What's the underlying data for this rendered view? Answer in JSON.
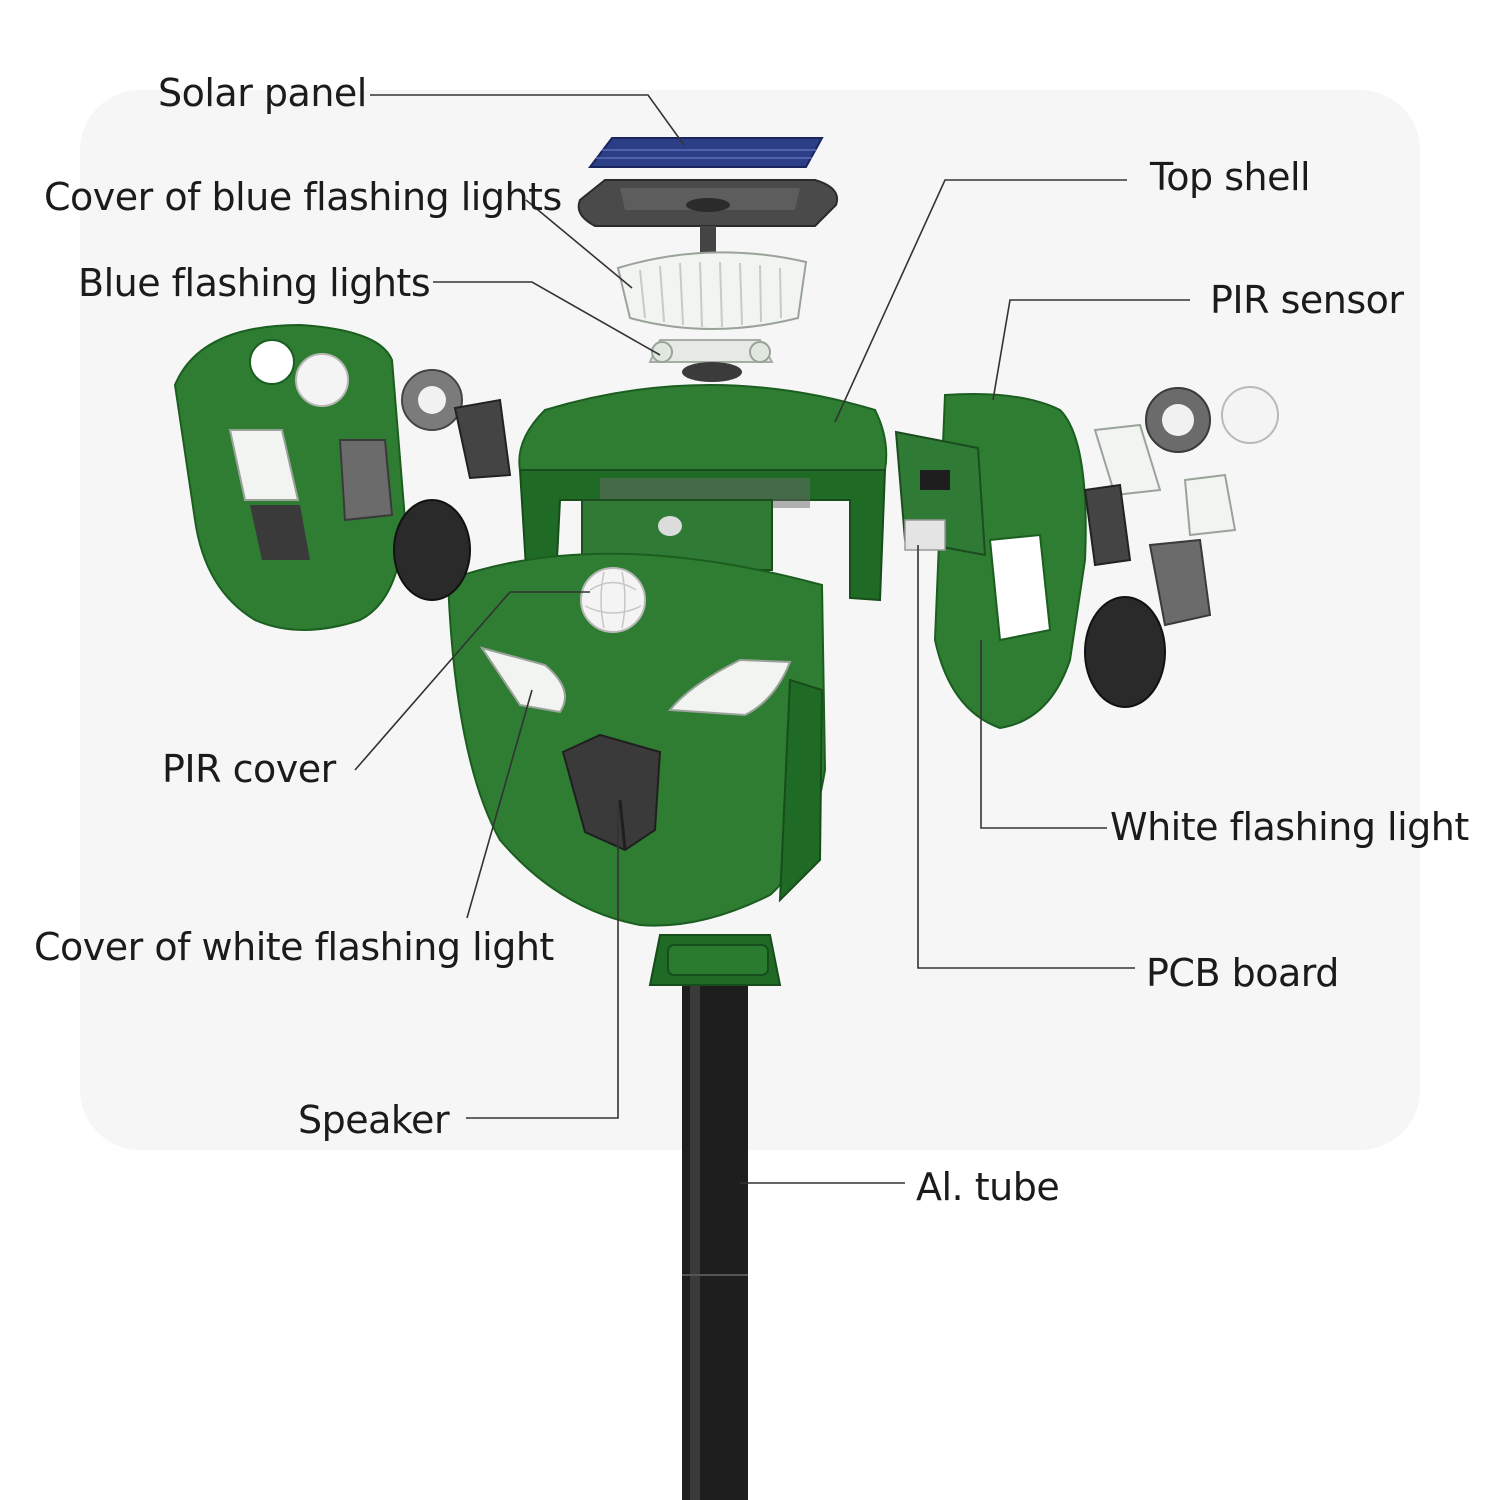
{
  "labels": {
    "solar_panel": "Solar panel",
    "cover_blue": "Cover of blue flashing lights",
    "blue_lights": "Blue flashing lights",
    "top_shell": "Top shell",
    "pir_sensor": "PIR sensor",
    "pir_cover": "PIR cover",
    "white_light": "White flashing light",
    "cover_white": "Cover of white flashing light",
    "pcb_board": "PCB board",
    "speaker": "Speaker",
    "al_tube": "Al. tube"
  },
  "colors": {
    "housing": "#2e7d32",
    "housing_dark": "#1f6a25",
    "solar_panel": "#2c3f86",
    "tube": "#1e1e1e",
    "pcb": "#2f7a35"
  }
}
